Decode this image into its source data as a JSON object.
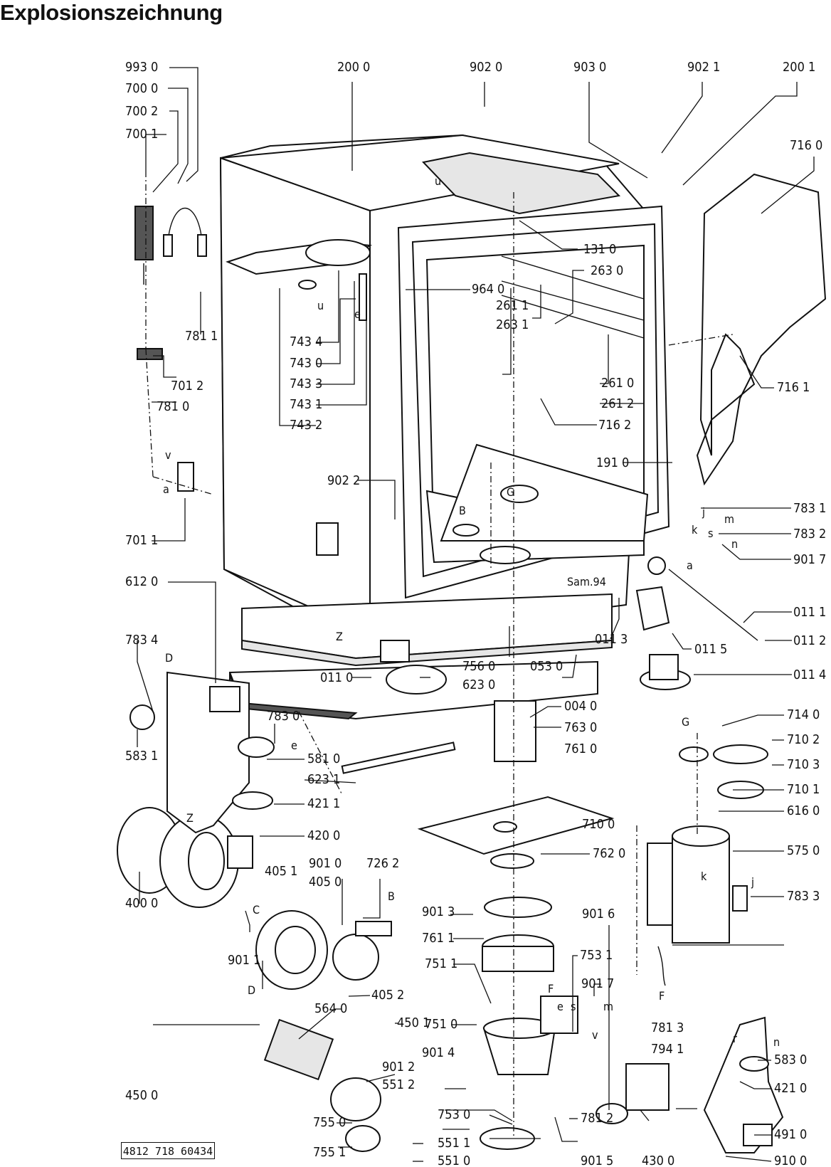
{
  "title": "Explosionszeichnung",
  "document_number": "4812 718 60434",
  "drawing_note": "Sam.94",
  "part_labels": [
    "993 0",
    "700 0",
    "700 2",
    "700 1",
    "781 1",
    "701 2",
    "781 0",
    "701 1",
    "200 0",
    "902 0",
    "903 0",
    "902 1",
    "200 1",
    "716 0",
    "131 0",
    "263 0",
    "964 0",
    "261 1",
    "263 1",
    "261 0",
    "261 2",
    "716 1",
    "716 2",
    "743 4",
    "743 0",
    "743 3",
    "743 1",
    "743 2",
    "191 0",
    "902 2",
    "783 1",
    "783 2",
    "901 7",
    "011 1",
    "011 3",
    "011 5",
    "011 2",
    "011 4",
    "612 0",
    "783 4",
    "011 0",
    "756 0",
    "623 0",
    "053 0",
    "004 0",
    "763 0",
    "761 0",
    "583 1",
    "783 0",
    "581 0",
    "623 1",
    "421 1",
    "420 0",
    "714 0",
    "710 2",
    "710 3",
    "710 1",
    "616 0",
    "710 0",
    "575 0",
    "783 3",
    "762 0",
    "400 0",
    "405 1",
    "901 0",
    "405 0",
    "726 2",
    "901 3",
    "761 1",
    "901 1",
    "405 2",
    "450 1",
    "751 1",
    "901 6",
    "753 1",
    "901 7",
    "564 0",
    "751 0",
    "781 3",
    "794 1",
    "583 0",
    "450 0",
    "901 2",
    "551 2",
    "901 4",
    "421 0",
    "755 0",
    "753 0",
    "781 2",
    "491 0",
    "755 1",
    "551 1",
    "551 0",
    "901 5",
    "430 0",
    "910 0"
  ],
  "letter_labels": [
    "u",
    "u",
    "e",
    "v",
    "a",
    "G",
    "B",
    "j",
    "k",
    "s",
    "m",
    "n",
    "a",
    "Z",
    "D",
    "e",
    "Z",
    "C",
    "B",
    "D",
    "F",
    "e",
    "s",
    "m",
    "v",
    "G",
    "k",
    "j",
    "F",
    "n",
    "r"
  ]
}
